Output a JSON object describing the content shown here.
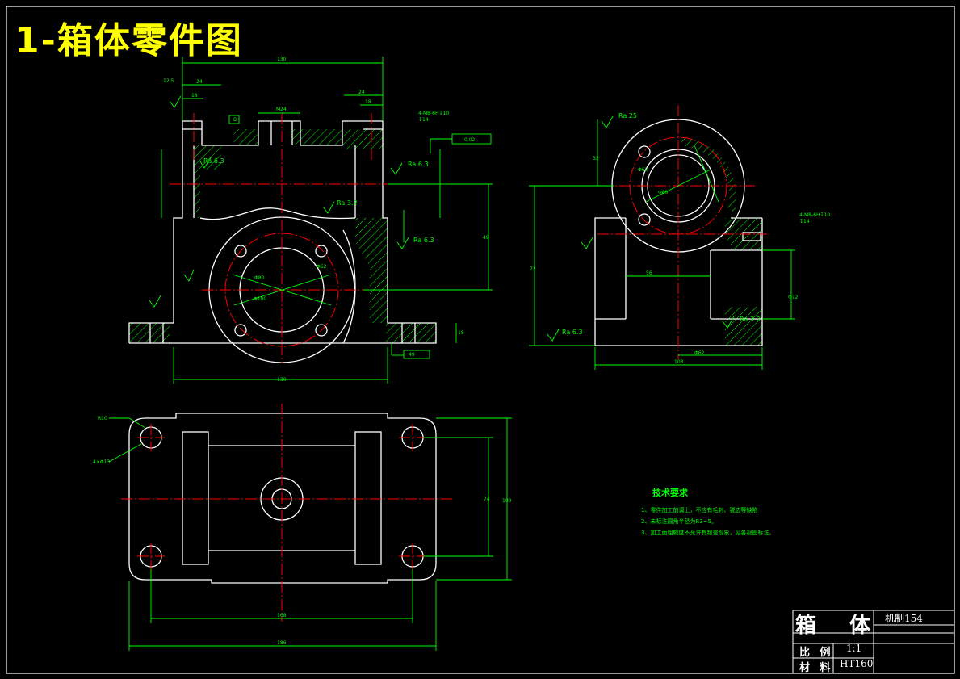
{
  "title": "1-箱体零件图",
  "technical_requirements": {
    "heading": "技术要求",
    "items": [
      "1、零件加工前调上，不应有毛刺、锐边等缺陷",
      "2、未标注圆角半径为R3~5。",
      "3、加工面粗糙度不允许有超差现象，见各视图标注。"
    ]
  },
  "title_block": {
    "part_name_1": "箱",
    "part_name_2": "体",
    "drawing_no": "机制154",
    "scale_label": "比 例",
    "scale_value": "1:1",
    "material_label": "材 料",
    "material_value": "HT160"
  },
  "annotations": {
    "ra_6_3": "Ra 6.3",
    "ra_3_2": "Ra 3.2",
    "ra_25": "Ra 25",
    "ra_12_5": "12.5",
    "flatness": "0.02",
    "datum_b": "B",
    "r10": "R10",
    "holes_4x13": "4×Φ13",
    "thread_holes": "4-M8-6H↧10",
    "depth_14": "↧14",
    "dim_130": "130",
    "dim_24": "24",
    "dim_18": "18",
    "dim_m24": "M24",
    "dim_168": "168",
    "dim_108": "108",
    "dim_100": "100",
    "dim_74": "74",
    "dim_186": "186",
    "dim_49": "49",
    "dim_62": "62",
    "dim_56": "56",
    "dim_32": "32",
    "dim_72": "72",
    "phi_62": "Φ62",
    "phi_72": "Φ72",
    "phi_80": "Φ80",
    "phi_100": "Φ100"
  },
  "colors": {
    "background": "#000000",
    "outline": "#ffffff",
    "dimension": "#00ff00",
    "center_line": "#ff0000",
    "title": "#ffff00",
    "hatch": "#00ff00"
  }
}
